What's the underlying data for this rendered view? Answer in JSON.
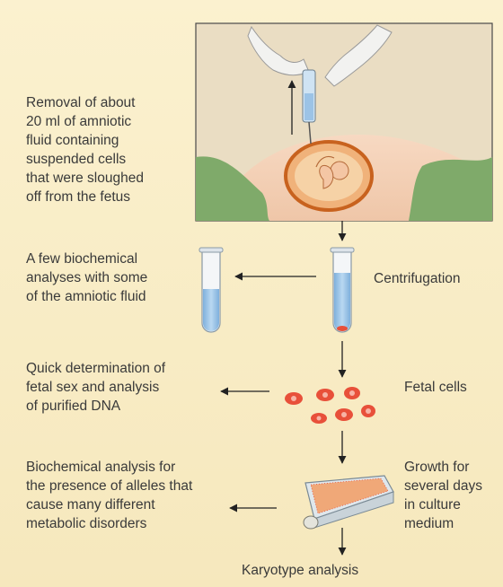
{
  "diagram": {
    "step_removal": "Removal of about\n20 ml of amniotic\nfluid containing\nsuspended cells\nthat were sloughed\noff from the fetus",
    "step_biochem_few": "A few biochemical\nanalyses with some\nof the amniotic fluid",
    "step_centrifugation": "Centrifugation",
    "step_quick_sex": "Quick determination of\nfetal sex and analysis\nof purified DNA",
    "step_fetal_cells": "Fetal cells",
    "step_biochem_alleles": "Biochemical analysis for\nthe presence of alleles that\ncause many different\nmetabolic disorders",
    "step_growth": "Growth for\nseveral days\nin culture\nmedium",
    "step_karyotype": "Karyotype analysis"
  },
  "colors": {
    "background": "#f8ecc2",
    "fluid": "#9cc3e6",
    "cells": "#e8503a",
    "drape": "#7faa6a",
    "arrow": "#222222"
  }
}
